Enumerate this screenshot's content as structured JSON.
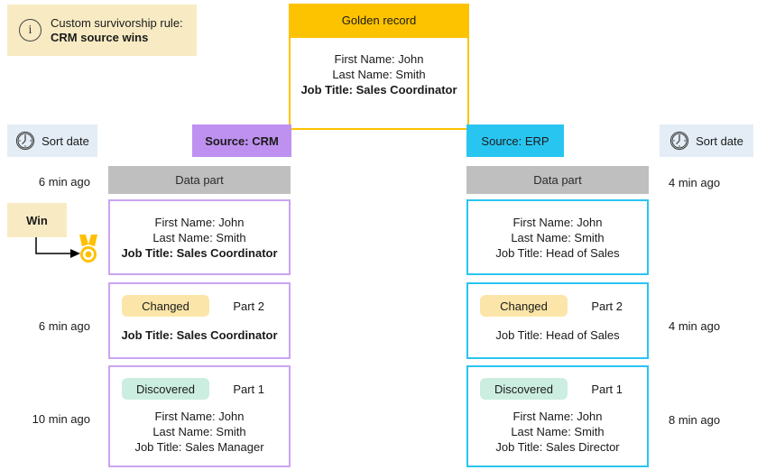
{
  "info": {
    "line1": "Custom survivorship rule:",
    "line2": "CRM source wins"
  },
  "golden": {
    "title": "Golden record",
    "lines": [
      "First Name: John",
      "Last Name: Smith",
      "Job Title: Sales Coordinator"
    ]
  },
  "labels": {
    "sort_date": "Sort date",
    "data_part": "Data part",
    "win": "Win",
    "changed": "Changed",
    "discovered": "Discovered",
    "part2": "Part 2",
    "part1": "Part 1"
  },
  "crm": {
    "badge": "Source: CRM",
    "timestamps": [
      "6 min ago",
      "6 min ago",
      "10 min ago"
    ],
    "current": [
      "First Name: John",
      "Last Name: Smith",
      "Job Title: Sales Coordinator"
    ],
    "part2_lines": [
      "Job Title: Sales Coordinator"
    ],
    "part1_lines": [
      "First Name: John",
      "Last Name: Smith",
      "Job Title: Sales Manager"
    ]
  },
  "erp": {
    "badge": "Source: ERP",
    "timestamps": [
      "4 min ago",
      "4 min ago",
      "8 min ago"
    ],
    "current": [
      "First Name: John",
      "Last Name: Smith",
      "Job Title: Head of Sales"
    ],
    "part2_lines": [
      "Job Title: Head of Sales"
    ],
    "part1_lines": [
      "First Name: John",
      "Last Name: Smith",
      "Job Title: Sales Director"
    ]
  },
  "colors": {
    "gold": "#FDC300",
    "medal": "#FFC000",
    "cream": "#F8EBC3",
    "changed_badge": "#FBE5A8",
    "discovered_badge": "#CBEEE1",
    "purple_badge": "#BE91F0",
    "purple_border": "#C9A5F1",
    "cyan": "#29C5F1",
    "gray_header": "#BFBFBF",
    "sort_date_bg": "#E4EDF6"
  }
}
